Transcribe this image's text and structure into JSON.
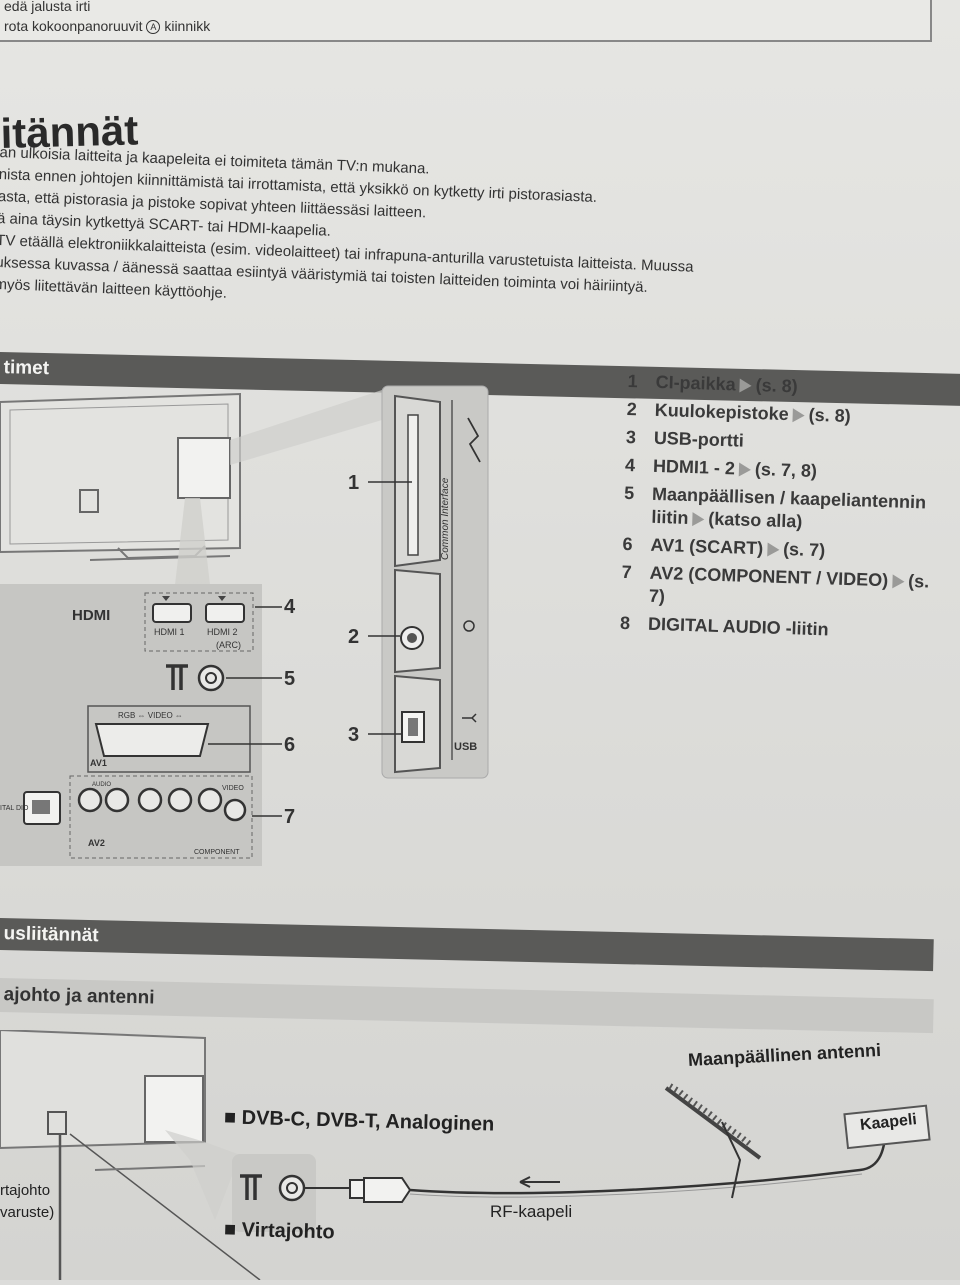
{
  "header": {
    "lines": [
      "edä jalusta irti",
      "rota kokoonpanoruuvit",
      "kiinnikk"
    ],
    "circled_letter": "A"
  },
  "title": "itännät",
  "intro": [
    "an ulkoisia laitteita ja kaapeleita ei toimiteta tämän TV:n mukana.",
    "nista ennen johtojen kiinnittämistä tai irrottamista, että yksikkö on kytketty irti pistorasiasta.",
    "asta, että pistorasia ja pistoke sopivat yhteen liittäessäsi laitteen.",
    "ä aina täysin kytkettyä SCART- tai HDMI-kaapelia.",
    "TV etäällä elektroniikkalaitteista (esim. videolaitteet) tai infrapuna-anturilla varustetuista laitteista. Muussa",
    "uksessa kuvassa / äänessä saattaa esiintyä vääristymiä tai toisten laitteiden toiminta voi häiriintyä.",
    "myös liitettävän laitteen käyttöohje."
  ],
  "band1": "timet",
  "legend": [
    {
      "num": "1",
      "text": "CI-paikka",
      "ref": "(s. 8)"
    },
    {
      "num": "2",
      "text": "Kuulokepistoke",
      "ref": "(s. 8)"
    },
    {
      "num": "3",
      "text": "USB-portti",
      "ref": ""
    },
    {
      "num": "4",
      "text": "HDMI1 - 2",
      "ref": "(s. 7, 8)"
    },
    {
      "num": "5",
      "text": "Maanpäällisen / kaapeliantennin liitin",
      "ref": "(katso alla)"
    },
    {
      "num": "6",
      "text": "AV1 (SCART)",
      "ref": "(s. 7)"
    },
    {
      "num": "7",
      "text": "AV2 (COMPONENT / VIDEO)",
      "ref": "(s. 7)"
    },
    {
      "num": "8",
      "text": "DIGITAL AUDIO -liitin",
      "ref": ""
    }
  ],
  "diagram": {
    "side_panel_label": "Common Interface",
    "usb_label": "USB",
    "hdmi_logo": "HDMI",
    "hdmi1": "HDMI 1",
    "hdmi2": "HDMI 2",
    "arc": "(ARC)",
    "rgb_video": "RGB ⇔  VIDEO ⇔",
    "av1": "AV1",
    "av2": "AV2",
    "audio": "AUDIO",
    "video": "VIDEO",
    "component": "COMPONENT",
    "digital": "ITAL DIO",
    "callouts": [
      "1",
      "2",
      "3",
      "4",
      "5",
      "6",
      "7"
    ]
  },
  "band2": "usliitännät",
  "band3": "ajohto ja antenni",
  "section2": {
    "dvb": "DVB-C, DVB-T, Analoginen",
    "antenna": "Maanpäällinen antenni",
    "kaapeli": "Kaapeli",
    "rf": "RF-kaapeli",
    "virtajohto": "Virtajohto",
    "side_text1": "rtajohto",
    "side_text2": "varuste)"
  },
  "colors": {
    "band_dark": "#5a5a58",
    "band_light": "#c8c8c5",
    "ink": "#3a3a3a",
    "arrow": "#9a9a98"
  }
}
